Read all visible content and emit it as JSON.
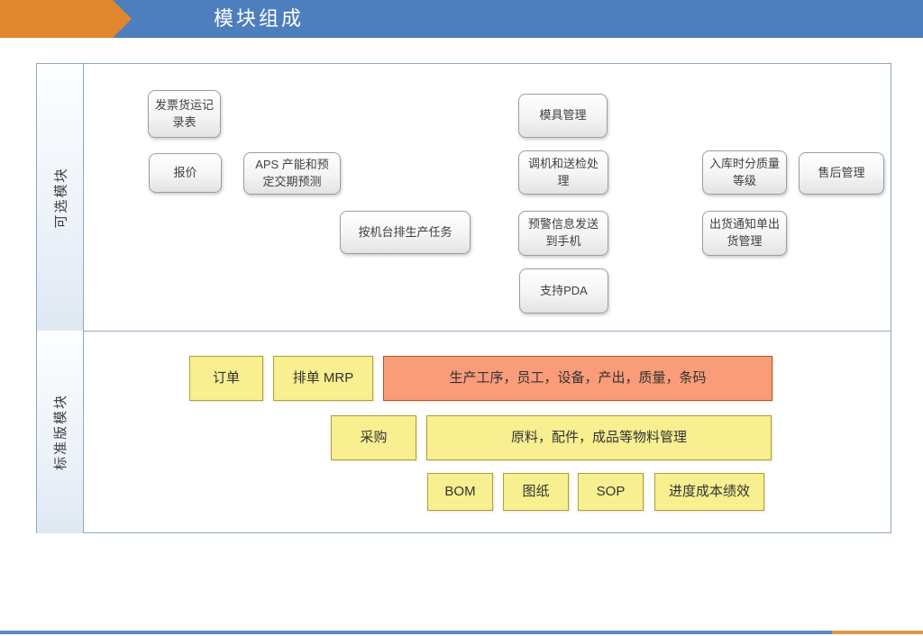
{
  "slide_title": "模块组成",
  "sections": {
    "optional": {
      "label": "可选模块",
      "boxes": [
        {
          "label": "发票货运记录表"
        },
        {
          "label": "报价"
        },
        {
          "label": "APS 产能和预定交期预测"
        },
        {
          "label": "按机台排生产任务"
        },
        {
          "label": "模具管理"
        },
        {
          "label": "调机和送检处理"
        },
        {
          "label": "预警信息发送到手机"
        },
        {
          "label": "支持PDA"
        },
        {
          "label": "入库时分质量等级"
        },
        {
          "label": "售后管理"
        },
        {
          "label": "出货通知单出货管理"
        }
      ]
    },
    "standard": {
      "label": "标准版模块",
      "boxes": [
        {
          "label": "订单"
        },
        {
          "label": "排单 MRP"
        },
        {
          "label": "生产工序，员工，设备，产出，质量，条码"
        },
        {
          "label": "采购"
        },
        {
          "label": "原料，配件，成品等物料管理"
        },
        {
          "label": "BOM"
        },
        {
          "label": "图纸"
        },
        {
          "label": "SOP"
        },
        {
          "label": "进度成本绩效"
        }
      ]
    }
  },
  "colors": {
    "header_blue": "#4d7ebd",
    "arrow_orange": "#e0872f",
    "table_border": "#8ea9c2",
    "gray_box_border": "#9d9d9d",
    "yellow_fill": "#f7ef90",
    "yellow_border": "#aca039",
    "salmon_fill": "#f89c79",
    "salmon_border": "#a85a28",
    "footer_blue": "#5d8ac1",
    "footer_orange": "#d99a4e"
  }
}
